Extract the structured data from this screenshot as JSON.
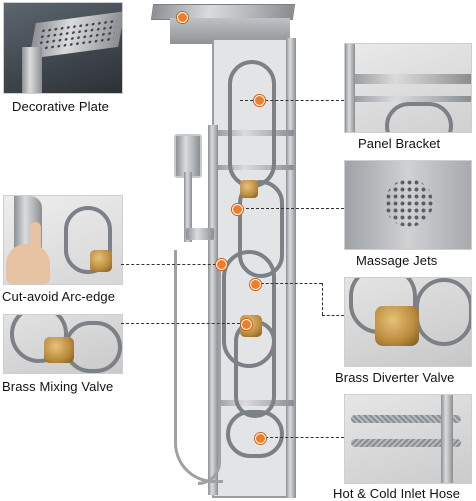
{
  "callouts": {
    "decorative_plate": "Decorative Plate",
    "panel_bracket": "Panel Bracket",
    "massage_jets": "Massage Jets",
    "cut_avoid_arc_edge": "Cut-avoid Arc-edge",
    "brass_diverter_valve": "Brass Diverter Valve",
    "brass_mixing_valve": "Brass Mixing Valve",
    "hot_cold_inlet_hose": "Hot & Cold Inlet Hose"
  },
  "colors": {
    "accent_dot": "#f07d28",
    "leader_line": "#333333",
    "steel": "#b4b7ba",
    "hose": "#7c8187",
    "brass": "#b98a3c"
  },
  "icons": {
    "hand": "pointing-hand-icon"
  }
}
